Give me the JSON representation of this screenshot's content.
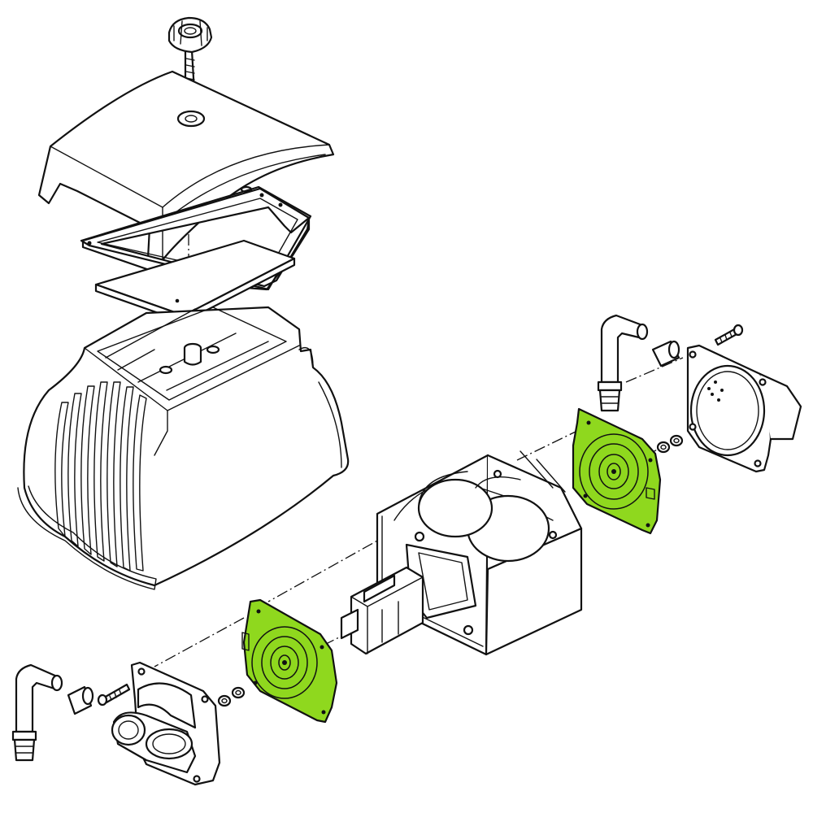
{
  "diagram": {
    "type": "exploded-assembly",
    "background_color": "#ffffff",
    "line_color": "#111111",
    "highlight_color": "#8fd81e",
    "highlighted_parts": [
      "diaphragm-right",
      "diaphragm-left"
    ]
  }
}
